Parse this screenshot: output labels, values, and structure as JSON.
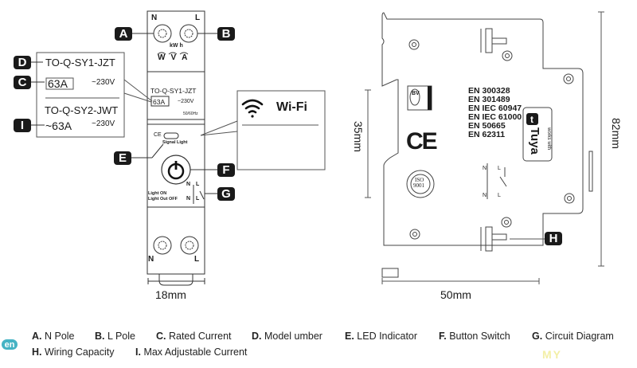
{
  "front_view": {
    "top_terminals": {
      "n_label": "N",
      "l_label": "L",
      "meter_unit": "kW h",
      "meter_symbols": [
        "W",
        "V",
        "A"
      ]
    },
    "label_panel": {
      "model": "TO-Q-SY1-JZT",
      "current": "63A",
      "voltage": "~230V",
      "frequency": "50/60Hz"
    },
    "control_panel": {
      "ce_mark": "CE",
      "signal_light_label": "Signal Light",
      "light_on_label": "Light ON",
      "light_off_label": "Light Out OFF",
      "circuit_n": "N",
      "circuit_l": "L"
    },
    "bottom_terminals": {
      "n_label": "N",
      "l_label": "L"
    },
    "width_dimension": "18mm"
  },
  "callout_box": {
    "model1": "TO-Q-SY1-JZT",
    "model1_current": "63A",
    "model1_voltage": "~230V",
    "model2": "TO-Q-SY2-JWT",
    "model2_current": "~63A",
    "model2_voltage": "~230V"
  },
  "wifi_box": {
    "label": "Wi-Fi"
  },
  "markers": {
    "A": "A",
    "B": "B",
    "C": "C",
    "D": "D",
    "E": "E",
    "F": "F",
    "G": "G",
    "H": "H",
    "I": "I"
  },
  "side_view": {
    "standards": [
      "EN 300328",
      "EN 301489",
      "EN IEC 60947",
      "EN IEC 61000",
      "EN 50665",
      "EN 62311"
    ],
    "tuya_label": "Tuya",
    "tuya_subtext": "works with",
    "bv_label": "BV",
    "ce_mark": "CE",
    "iso_label": "ISO",
    "iso_number": "9001",
    "circuit_n": "N",
    "circuit_l": "L",
    "height_dimension": "82mm",
    "rail_dimension": "35mm",
    "width_dimension": "50mm"
  },
  "legend": {
    "lang_badge": "en",
    "items": [
      {
        "key": "A.",
        "text": "N Pole"
      },
      {
        "key": "B.",
        "text": "L Pole"
      },
      {
        "key": "C.",
        "text": "Rated Current"
      },
      {
        "key": "D.",
        "text": "Model umber"
      },
      {
        "key": "E.",
        "text": "LED Indicator"
      },
      {
        "key": "F.",
        "text": "Button Switch"
      },
      {
        "key": "G.",
        "text": "Circuit Diagram"
      },
      {
        "key": "H.",
        "text": "Wiring Capacity"
      },
      {
        "key": "I.",
        "text": "Max Adjustable Current"
      }
    ]
  },
  "watermark": "MY"
}
